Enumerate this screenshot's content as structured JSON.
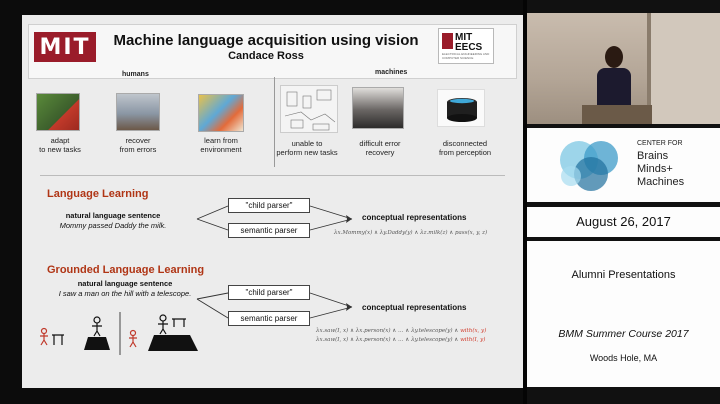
{
  "slide": {
    "logo_text": "MIT",
    "title": "Machine language acquisition using vision",
    "author": "Candace Ross",
    "eecs_logo": {
      "line1": "MIT",
      "line2": "EECS",
      "subtitle": "ELECTRICAL ENGINEERING AND COMPUTER SCIENCE"
    },
    "humans_header": "humans",
    "machines_header": "machines",
    "humans_items": [
      {
        "line1": "adapt",
        "line2": "to new tasks"
      },
      {
        "line1": "recover",
        "line2": "from errors"
      },
      {
        "line1": "learn from",
        "line2": "environment"
      }
    ],
    "machines_items": [
      {
        "line1": "unable to",
        "line2": "perform new tasks"
      },
      {
        "line1": "difficult error",
        "line2": "recovery"
      },
      {
        "line1": "disconnected",
        "line2": "from perception"
      }
    ],
    "language_learning": {
      "heading": "Language Learning",
      "sentence_label": "natural language sentence",
      "sentence": "Mommy passed Daddy the milk.",
      "box1": "\"child parser\"",
      "box2": "semantic parser",
      "output": "conceptual representations",
      "formula": "λx.Mommy(x) ∧ λy.Daddy(y) ∧ λz.milk(z) ∧ pass(x, y, z)"
    },
    "grounded_learning": {
      "heading": "Grounded Language Learning",
      "sentence_label": "natural language sentence",
      "sentence": "I saw a man on the hill with a telescope.",
      "box1": "\"child parser\"",
      "box2": "semantic parser",
      "output": "conceptual representations",
      "formula1_main": "λx.saw(I, x) ∧ λx.person(x) ∧ … ∧ λy.telescope(y) ∧ ",
      "formula1_red": "with(x, y)",
      "formula2_main": "λx.saw(I, x) ∧ λx.person(x) ∧ … ∧ λy.telescope(y) ∧ ",
      "formula2_red": "with(I, y)"
    }
  },
  "sidebar": {
    "logo": {
      "small": "CENTER FOR",
      "line1": "Brains",
      "line2": "Minds+",
      "line3": "Machines"
    },
    "date": "August 26, 2017",
    "session": "Alumni Presentations",
    "course": "BMM Summer Course 2017",
    "location": "Woods Hole, MA"
  },
  "colors": {
    "mit_red": "#9a1c2a",
    "heading_orange": "#b03515",
    "formula_red": "#d03a2a",
    "cbmm_blue": "#2b7fa6"
  }
}
